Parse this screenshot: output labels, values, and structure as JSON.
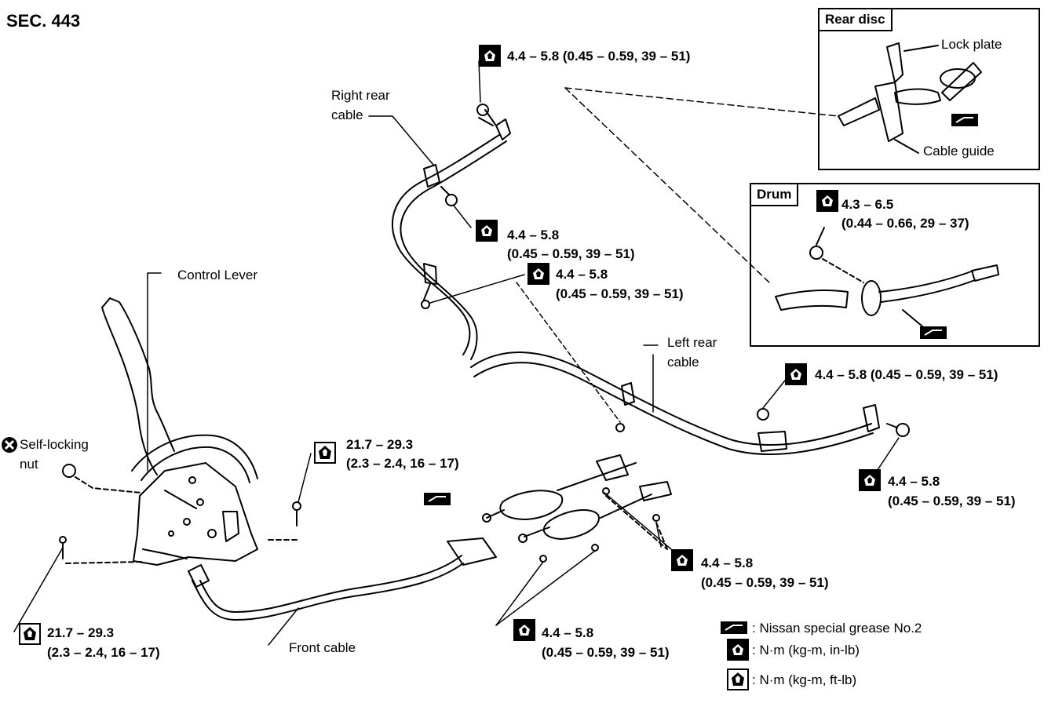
{
  "section": "SEC. 443",
  "insets": {
    "rear_disc": {
      "title": "Rear disc",
      "lock_plate": "Lock plate",
      "cable_guide": "Cable guide"
    },
    "drum": {
      "title": "Drum",
      "torque_line1": "4.3 – 6.5",
      "torque_line2": "(0.44 – 0.66, 29 – 37)"
    }
  },
  "callouts": {
    "right_rear_cable_1": "Right rear",
    "right_rear_cable_2": "cable",
    "left_rear_cable_1": "Left rear",
    "left_rear_cable_2": "cable",
    "control_lever": "Control Lever",
    "self_locking_1": "Self-locking",
    "self_locking_2": "nut",
    "front_cable": "Front cable"
  },
  "torques": {
    "t_top": "4.4 – 5.8 (0.45 – 0.59, 39 – 51)",
    "t_rr_mid_1": "4.4 – 5.8",
    "t_rr_mid_2": "(0.45 – 0.59, 39 – 51)",
    "t_center_1": "4.4 – 5.8",
    "t_center_2": "(0.45 – 0.59, 39 – 51)",
    "t_left_top": "4.4 – 5.8 (0.45 – 0.59, 39 – 51)",
    "t_left_end_1": "4.4 – 5.8",
    "t_left_end_2": "(0.45 – 0.59, 39 – 51)",
    "t_front_1": "21.7 – 29.3",
    "t_front_2": "(2.3 – 2.4, 16 – 17)",
    "t_lever_1": "21.7 – 29.3",
    "t_lever_2": "(2.3 – 2.4, 16 – 17)",
    "t_eq_1": "4.4 – 5.8",
    "t_eq_2": "(0.45 – 0.59, 39 – 51)",
    "t_bottom_1": "4.4 – 5.8",
    "t_bottom_2": "(0.45 – 0.59, 39 – 51)"
  },
  "legend": {
    "grease": ": Nissan special grease No.2",
    "nm_inlb": ": N·m (kg-m, in-lb)",
    "nm_ftlb": ": N·m (kg-m, ft-lb)"
  },
  "icons": {
    "torque_small": "torque-wrench-inlb-icon",
    "torque_large": "torque-wrench-ftlb-icon",
    "grease": "grease-icon",
    "self_locking": "self-locking-x-icon"
  }
}
